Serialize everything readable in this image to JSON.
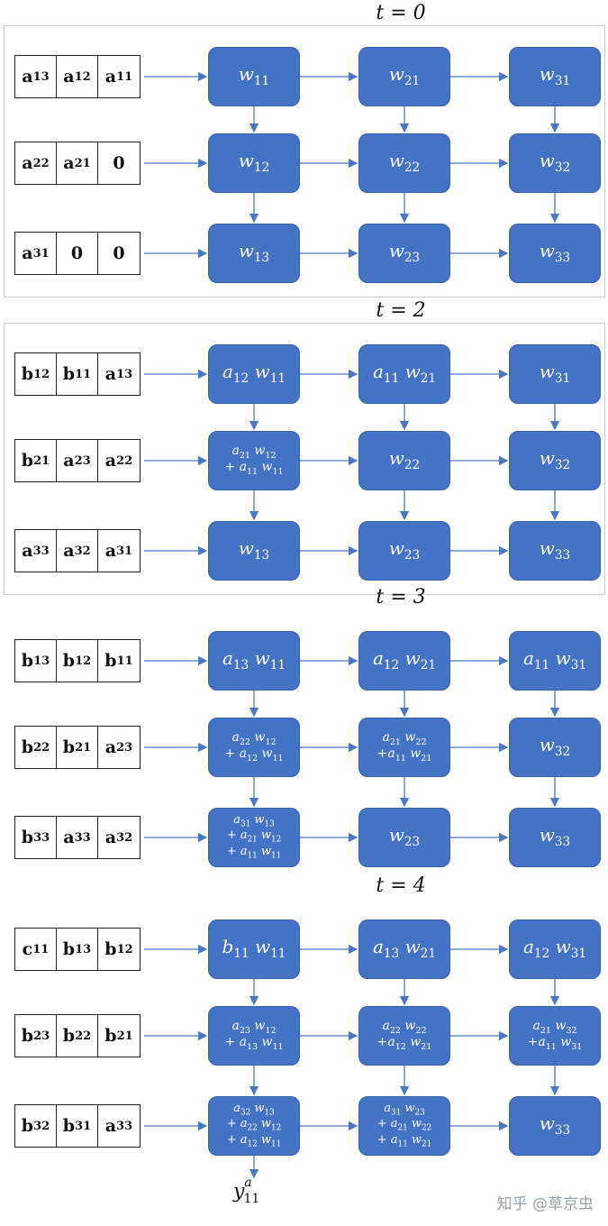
{
  "panels": [
    {
      "time": "t = 0",
      "frame": true,
      "queues": [
        [
          "a|13",
          "a|12",
          "a|11"
        ],
        [
          "a|22",
          "a|21",
          "0"
        ],
        [
          "a|31",
          "0",
          "0"
        ]
      ],
      "nodes": [
        [
          [
            "w|11"
          ],
          [
            "w|21"
          ],
          [
            "w|31"
          ]
        ],
        [
          [
            "w|12"
          ],
          [
            "w|22"
          ],
          [
            "w|32"
          ]
        ],
        [
          [
            "w|13"
          ],
          [
            "w|23"
          ],
          [
            "w|33"
          ]
        ]
      ]
    },
    {
      "time": "t = 2",
      "frame": true,
      "queues": [
        [
          "b|12",
          "b|11",
          "a|13"
        ],
        [
          "b|21",
          "a|23",
          "a|22"
        ],
        [
          "a|33",
          "a|32",
          "a|31"
        ]
      ],
      "nodes": [
        [
          [
            "a|12 w|11"
          ],
          [
            "a|11 w|21"
          ],
          [
            "w|31"
          ]
        ],
        [
          [
            "a|21 w|12",
            "+ a|11 w|11"
          ],
          [
            "w|22"
          ],
          [
            "w|32"
          ]
        ],
        [
          [
            "w|13"
          ],
          [
            "w|23"
          ],
          [
            "w|33"
          ]
        ]
      ]
    },
    {
      "time": "t = 3",
      "frame": false,
      "queues": [
        [
          "b|13",
          "b|12",
          "b|11"
        ],
        [
          "b|22",
          "b|21",
          "a|23"
        ],
        [
          "b|33",
          "a|33",
          "a|32"
        ]
      ],
      "nodes": [
        [
          [
            "a|13 w|11"
          ],
          [
            "a|12 w|21"
          ],
          [
            "a|11 w|31"
          ]
        ],
        [
          [
            "a|22 w|12",
            "+ a|12 w|11"
          ],
          [
            "a|21 w|22",
            "+a|11 w|21"
          ],
          [
            "w|32"
          ]
        ],
        [
          [
            "a|31 w|13",
            "+ a|21 w|12",
            "+ a|11 w|11"
          ],
          [
            "w|23"
          ],
          [
            "w|33"
          ]
        ]
      ]
    },
    {
      "time": "t = 4",
      "frame": false,
      "queues": [
        [
          "c|11",
          "b|13",
          "b|12"
        ],
        [
          "b|23",
          "b|22",
          "b|21"
        ],
        [
          "b|32",
          "b|31",
          "a|33"
        ]
      ],
      "nodes": [
        [
          [
            "b|11 w|11"
          ],
          [
            "a|13 w|21"
          ],
          [
            "a|12 w|31"
          ]
        ],
        [
          [
            "a|23 w|12",
            "+ a|13 w|11"
          ],
          [
            "a|22 w|22",
            "+a|12 w|21"
          ],
          [
            "a|21 w|32",
            "+a|11 w|31"
          ]
        ],
        [
          [
            "a|32 w|13",
            "+ a|22 w|12",
            "+ a|12 w|11"
          ],
          [
            "a|31 w|23",
            "+ a|21 w|22",
            "+ a|11 w|21"
          ],
          [
            "w|33"
          ]
        ]
      ]
    }
  ],
  "output": {
    "label": "y",
    "sub": "11",
    "sup": "a"
  },
  "watermark": "知乎 @草京虫",
  "colors": {
    "node_fill": "#4472c4",
    "arrow": "#4a78c2",
    "text": "#111111"
  }
}
